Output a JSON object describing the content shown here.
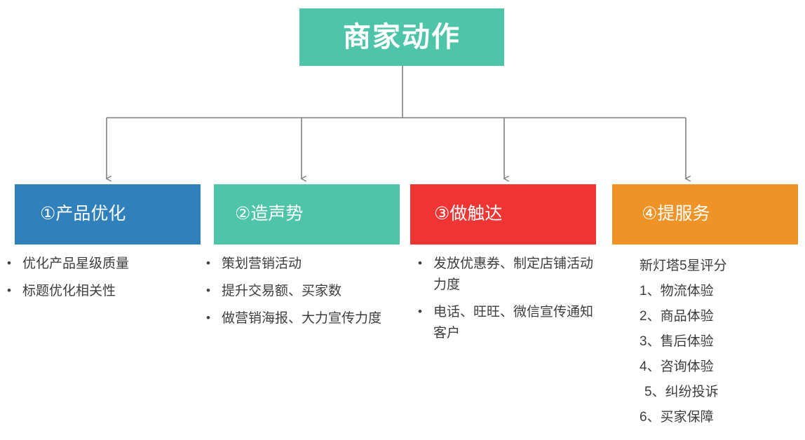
{
  "diagram": {
    "root": {
      "label": "商家动作",
      "color": "#4ec4a8"
    },
    "branches": [
      {
        "header": "①产品优化",
        "color": "#3080bc",
        "list_style": "bullet",
        "items": [
          "优化产品星级质量",
          "标题优化相关性"
        ]
      },
      {
        "header": "②造声势",
        "color": "#4ec4a8",
        "list_style": "bullet",
        "items": [
          "策划营销活动",
          "提升交易额、买家数",
          "做营销海报、大力宣传力度"
        ]
      },
      {
        "header": "③做触达",
        "color": "#ef3434",
        "list_style": "bullet",
        "items": [
          "发放优惠券、制定店铺活动力度",
          "电话、旺旺、微信宣传通知客户"
        ]
      },
      {
        "header": "④提服务",
        "color": "#ef9326",
        "list_style": "plain",
        "items": [
          "新灯塔5星评分",
          "1、物流体验",
          "2、商品体验",
          "3、售后体验",
          "4、咨询体验",
          "5、纠纷投诉",
          "6、买家保障"
        ]
      }
    ],
    "bullet_glyph": "•",
    "connector_color": "#808080"
  }
}
